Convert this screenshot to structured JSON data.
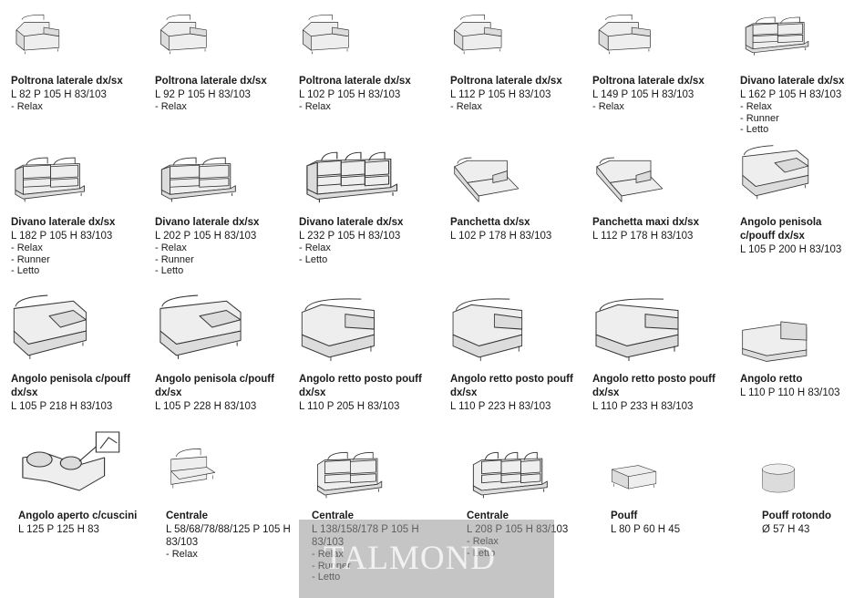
{
  "items": [
    {
      "name": "Poltrona laterale dx/sx",
      "dims": "L 82  P 105 H 83/103",
      "options": [
        "Relax"
      ],
      "icon": "armchair-side-icon"
    },
    {
      "name": "Poltrona laterale dx/sx",
      "dims": "L 92  P 105 H 83/103",
      "options": [
        "Relax"
      ],
      "icon": "armchair-side-icon"
    },
    {
      "name": "Poltrona laterale dx/sx",
      "dims": "L 102 P 105 H 83/103",
      "options": [
        "Relax"
      ],
      "icon": "armchair-side-icon"
    },
    {
      "name": "Poltrona laterale dx/sx",
      "dims": "L 112 P 105 H 83/103",
      "options": [
        "Relax"
      ],
      "icon": "armchair-side-icon"
    },
    {
      "name": "Poltrona laterale dx/sx",
      "dims": "L 149 P 105 H 83/103",
      "options": [
        "Relax"
      ],
      "icon": "armchair-side-icon"
    },
    {
      "name": "Divano laterale dx/sx",
      "dims": "L 162 P 105 H 83/103",
      "options": [
        "Relax",
        "Runner",
        "Letto"
      ],
      "icon": "sofa-2-seat-icon"
    },
    {
      "name": "Divano laterale dx/sx",
      "dims": "L 182 P 105 H 83/103",
      "options": [
        "Relax",
        "Runner",
        "Letto"
      ],
      "icon": "sofa-2-seat-icon"
    },
    {
      "name": "Divano laterale dx/sx",
      "dims": "L 202 P 105 H 83/103",
      "options": [
        "Relax",
        "Runner",
        "Letto"
      ],
      "icon": "sofa-2-seat-icon"
    },
    {
      "name": "Divano laterale dx/sx",
      "dims": "L 232 P 105 H 83/103",
      "options": [
        "Relax",
        "Letto"
      ],
      "icon": "sofa-3-seat-icon"
    },
    {
      "name": "Panchetta dx/sx",
      "dims": "L 102 P 178 H 83/103",
      "options": [],
      "icon": "chaise-bench-icon"
    },
    {
      "name": "Panchetta maxi dx/sx",
      "dims": "L 112 P 178 H 83/103",
      "options": [],
      "icon": "chaise-bench-maxi-icon"
    },
    {
      "name": "Angolo penisola c/pouff dx/sx",
      "dims": "L 105 P 200 H 83/103",
      "options": [],
      "icon": "chaise-corner-icon"
    },
    {
      "name": "Angolo penisola c/pouff dx/sx",
      "dims": "L 105 P 218 H 83/103",
      "options": [],
      "icon": "chaise-corner-icon"
    },
    {
      "name": "Angolo penisola c/pouff dx/sx",
      "dims": "L 105 P 228 H 83/103",
      "options": [],
      "icon": "chaise-corner-icon"
    },
    {
      "name": "Angolo retto posto pouff dx/sx",
      "dims": "L 110 P 205 H 83/103",
      "options": [],
      "icon": "corner-chaise-pouff-icon"
    },
    {
      "name": "Angolo retto posto pouff dx/sx",
      "dims": "L 110 P 223 H 83/103",
      "options": [],
      "icon": "corner-chaise-pouff-icon"
    },
    {
      "name": "Angolo retto posto pouff dx/sx",
      "dims": "L 110 P 233 H 83/103",
      "options": [],
      "icon": "corner-chaise-pouff-icon"
    },
    {
      "name": "Angolo retto",
      "dims": "L 110 P 110 H 83/103",
      "options": [],
      "icon": "corner-square-icon"
    },
    {
      "name": "Angolo aperto c/cuscini",
      "dims": "L 125 P 125 H 83",
      "options": [],
      "icon": "open-corner-cushions-icon"
    },
    {
      "name": "Centrale",
      "dims": "L 58/68/78/88/125 P 105 H 83/103",
      "options": [
        "Relax"
      ],
      "icon": "central-single-icon"
    },
    {
      "name": "Centrale",
      "dims": "L 138/158/178 P 105 H 83/103",
      "options": [
        "Relax",
        "Runner",
        "Letto"
      ],
      "icon": "central-2-seat-icon"
    },
    {
      "name": "Centrale",
      "dims": "L 208 P 105 H 83/103",
      "options": [
        "Relax",
        "Letto"
      ],
      "icon": "central-3-seat-icon"
    },
    {
      "name": "Pouff",
      "dims": "L 80 P 60 H 45",
      "options": [],
      "icon": "pouff-icon"
    },
    {
      "name": "Pouff rotondo",
      "dims": "Ø 57 H 43",
      "options": [],
      "icon": "round-pouff-icon"
    }
  ],
  "watermark": "TALMOND"
}
